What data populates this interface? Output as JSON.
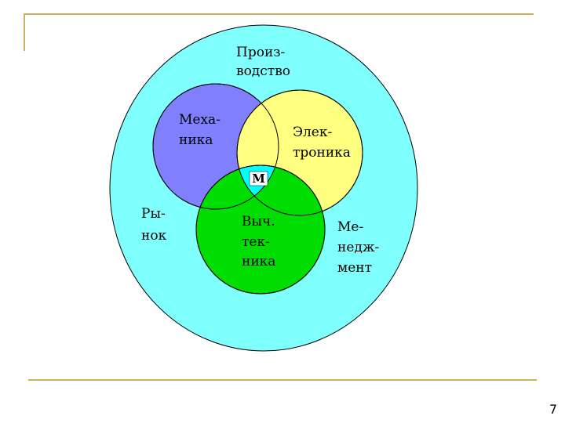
{
  "colors": {
    "outer": "#80ffff",
    "mechanics": "#8080ff",
    "electronics": "#ffff80",
    "computing": "#00dd00",
    "intersection": "#00ffff",
    "frame_line": "#c8b45a"
  },
  "labels": {
    "production": [
      "Произ-",
      "водство"
    ],
    "mechanics": [
      "Меха-",
      "ника"
    ],
    "electronics": [
      "Элек-",
      "троника"
    ],
    "market": [
      "Ры-",
      "нок"
    ],
    "computing": [
      "Выч.",
      "тек-",
      "ника"
    ],
    "management": [
      "Ме-",
      "недж-",
      "мент"
    ],
    "intersection": "М"
  },
  "page_number": "7"
}
